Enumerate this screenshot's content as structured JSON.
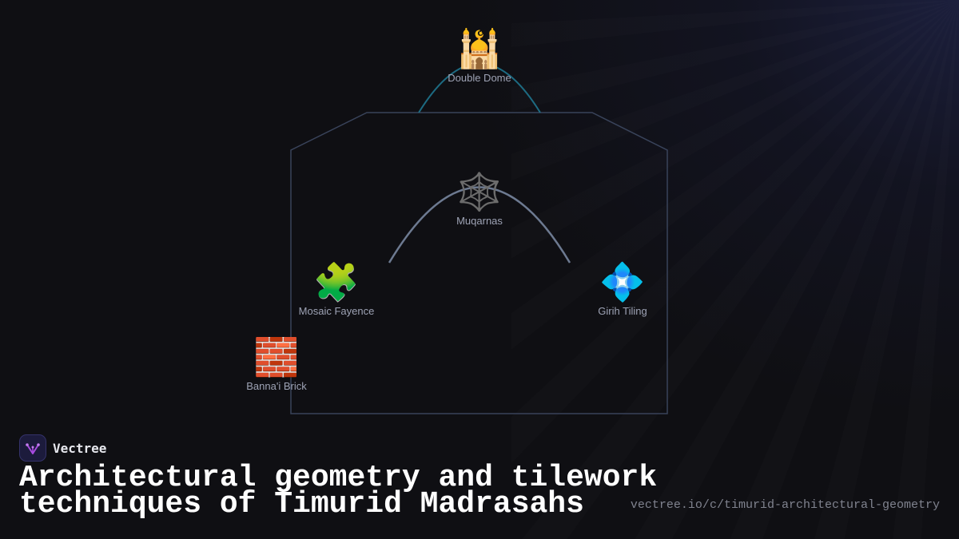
{
  "diagram": {
    "nodes": [
      {
        "id": "double-dome",
        "label": "Double Dome",
        "icon": "mosque-icon",
        "glyph": "🕌"
      },
      {
        "id": "muqarnas",
        "label": "Muqarnas",
        "icon": "spider-web-icon",
        "glyph": "🕸️"
      },
      {
        "id": "mosaic-fayence",
        "label": "Mosaic Fayence",
        "icon": "puzzle-piece-icon",
        "glyph": "🧩"
      },
      {
        "id": "girih-tiling",
        "label": "Girih Tiling",
        "icon": "diamond-pattern-icon",
        "glyph": "💠"
      },
      {
        "id": "bannai-brick",
        "label": "Banna'i Brick",
        "icon": "brick-icon",
        "glyph": "🧱"
      }
    ],
    "colors": {
      "outline": "#39435a",
      "dome_arc": "#1d6b82",
      "inner_arch": "#6d7a91"
    }
  },
  "brand": {
    "name": "Vectree",
    "logo_icon": "vectree-logo-icon",
    "accent": "#a94be0"
  },
  "title_line1": "Architectural geometry and tilework",
  "title_line2": "techniques of Timurid Madrasahs",
  "url": "vectree.io/c/timurid-architectural-geometry"
}
